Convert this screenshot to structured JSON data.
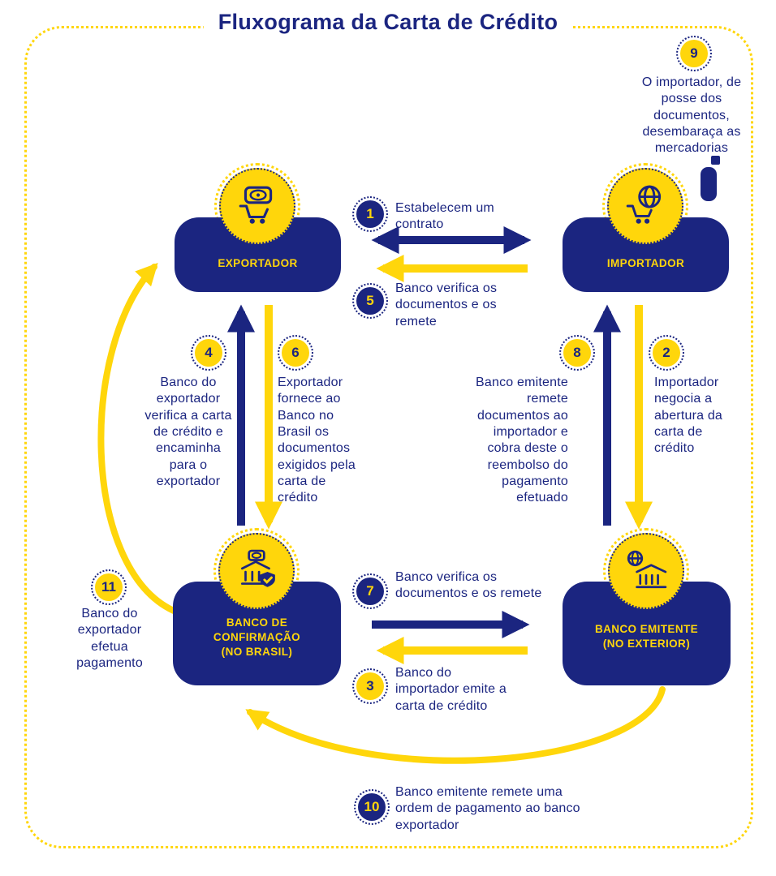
{
  "title": "Fluxograma da Carta de Crédito",
  "colors": {
    "navy": "#1b2580",
    "yellow": "#ffd60b"
  },
  "nodes": {
    "exportador": {
      "label": "EXPORTADOR",
      "icon": "cart-brazil-flag-icon"
    },
    "importador": {
      "label": "IMPORTADOR",
      "icon": "globe-cart-icon"
    },
    "banco_confirmacao": {
      "label": "BANCO DE\nCONFIRMAÇÃO",
      "sub": "(NO BRASIL)",
      "icon": "bank-brazil-shield-icon"
    },
    "banco_emitente": {
      "label": "BANCO EMITENTE",
      "sub": "(NO EXTERIOR)",
      "icon": "bank-globe-icon"
    }
  },
  "steps": [
    {
      "num": "1",
      "badge": "navy",
      "text": "Estabelecem um contrato"
    },
    {
      "num": "2",
      "badge": "yellow",
      "text": "Importador negocia a abertura da carta de crédito"
    },
    {
      "num": "3",
      "badge": "yellow",
      "text": "Banco do importador emite a carta de crédito"
    },
    {
      "num": "4",
      "badge": "yellow",
      "text": "Banco do exportador verifica a carta de crédito e encaminha para o exportador"
    },
    {
      "num": "5",
      "badge": "navy",
      "text": "Banco verifica os documentos e os remete"
    },
    {
      "num": "6",
      "badge": "yellow",
      "text": "Exportador fornece ao Banco no Brasil os documentos exigidos pela carta de crédito"
    },
    {
      "num": "7",
      "badge": "navy",
      "text": "Banco verifica os documentos e os remete"
    },
    {
      "num": "8",
      "badge": "yellow",
      "text": "Banco emitente remete documentos ao importador e cobra deste o reembolso do pagamento efetuado"
    },
    {
      "num": "9",
      "badge": "yellow",
      "text": "O importador, de posse dos documentos, desembaraça as mercadorias"
    },
    {
      "num": "10",
      "badge": "navy",
      "text": "Banco emitente remete uma ordem de pagamento ao banco exportador"
    },
    {
      "num": "11",
      "badge": "yellow",
      "text": "Banco do exportador efetua pagamento"
    }
  ],
  "decorations": {
    "cargo_icon": "cargo-container-icon"
  }
}
